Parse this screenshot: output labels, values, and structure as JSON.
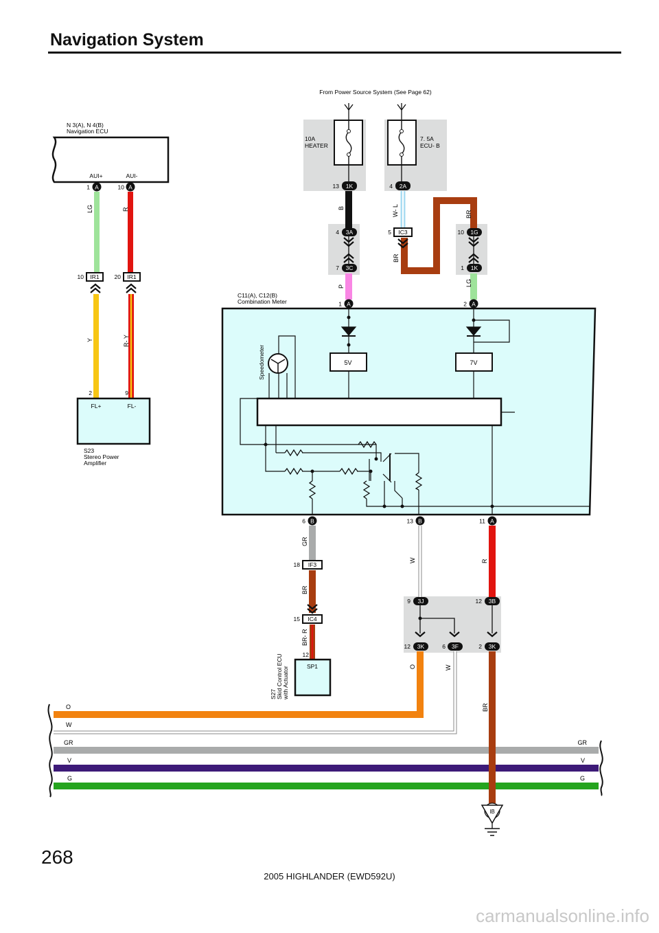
{
  "page": {
    "title": "Navigation System",
    "page_number": "268",
    "model": "2005 HIGHLANDER (EWD592U)",
    "watermark": "carmanualsonline.info"
  },
  "power_source": "From Power Source System (See Page 62)",
  "fuses": [
    {
      "amp": "10A",
      "name": "HEATER",
      "pin": "13",
      "conn": "1K"
    },
    {
      "amp": "7. 5A",
      "name": "ECU- B",
      "pin": "4",
      "conn": "2A"
    }
  ],
  "navigation_ecu": {
    "ref": "N 3(A), N 4(B)",
    "name": "Navigation ECU",
    "terminals": [
      {
        "label": "AUI+",
        "pin": "1",
        "conn": "A",
        "wire": "LG"
      },
      {
        "label": "AUI-",
        "pin": "10",
        "conn": "A",
        "wire": "R"
      }
    ]
  },
  "ir1": [
    {
      "pin": "10",
      "label": "IR1",
      "wire": "Y"
    },
    {
      "pin": "20",
      "label": "IR1",
      "wire": "R- Y"
    }
  ],
  "amplifier": {
    "ref": "S23",
    "name_line1": "Stereo Power",
    "name_line2": "Amplifier",
    "terminals": [
      {
        "label": "FL+",
        "pin": "2"
      },
      {
        "label": "FL-",
        "pin": "9"
      }
    ]
  },
  "meter": {
    "ref": "C11(A), C12(B)",
    "name": "Combination Meter",
    "speedometer": "Speedometer",
    "reg_5v": "5V",
    "reg_7v": "7V",
    "top_pins": [
      {
        "pin": "1",
        "conn": "A"
      },
      {
        "pin": "2",
        "conn": "A"
      }
    ],
    "bottom_pins": [
      {
        "pin": "6",
        "conn": "B"
      },
      {
        "pin": "13",
        "conn": "B"
      },
      {
        "pin": "11",
        "conn": "A"
      }
    ]
  },
  "junctions_top": [
    {
      "pin": "4",
      "conn": "3A"
    },
    {
      "pin": "7",
      "conn": "3C"
    },
    {
      "pin": "5",
      "conn": "IC3"
    },
    {
      "pin": "10",
      "conn": "1G"
    },
    {
      "pin": "1",
      "conn": "1K"
    }
  ],
  "wire_labels_top": {
    "heater": "B",
    "heater_meter": "P",
    "ecub": "W- L",
    "ecub_loop": "BR",
    "br_top": "BR",
    "lg": "LG"
  },
  "lower": {
    "gr": "GR",
    "if3": {
      "pin": "18",
      "conn": "IF3"
    },
    "br": "BR",
    "ic4": {
      "pin": "15",
      "conn": "IC4"
    },
    "brr": "BR- R",
    "skid_pin": "12",
    "skid_conn": "SP1",
    "skid_ref": "S27",
    "skid_name1": "Skid Control ECU",
    "skid_name2": "with Actuator",
    "w_label": "W",
    "r_label": "R",
    "j_3j": {
      "pin": "9",
      "conn": "3J"
    },
    "j_3b": {
      "pin": "12",
      "conn": "3B"
    },
    "j_3k1": {
      "pin": "12",
      "conn": "3K"
    },
    "j_3f": {
      "pin": "6",
      "conn": "3F"
    },
    "j_3k2": {
      "pin": "2",
      "conn": "3K"
    },
    "o_label": "O",
    "w2_label": "W",
    "br_label": "BR",
    "ground": "IB"
  },
  "bus": [
    {
      "left": "O",
      "right": "",
      "color": "#f2820f"
    },
    {
      "left": "W",
      "right": "",
      "color": "#ffffff"
    },
    {
      "left": "GR",
      "right": "GR",
      "color": "#a9abab"
    },
    {
      "left": "V",
      "right": "V",
      "color": "#3d1a78"
    },
    {
      "left": "G",
      "right": "G",
      "color": "#25a41e"
    }
  ],
  "wire_colors": {
    "LG": "#9ee39a",
    "R": "#e1140f",
    "Y": "#f7c614",
    "B": "#111111",
    "P": "#f986e4",
    "BR": "#a83d10",
    "GR": "#a9abab",
    "WL": "#a9dcf2",
    "O": "#f2820f"
  },
  "colors": {
    "meter_fill": "#dcfcfb",
    "fuse_bg": "#dcdddd"
  }
}
